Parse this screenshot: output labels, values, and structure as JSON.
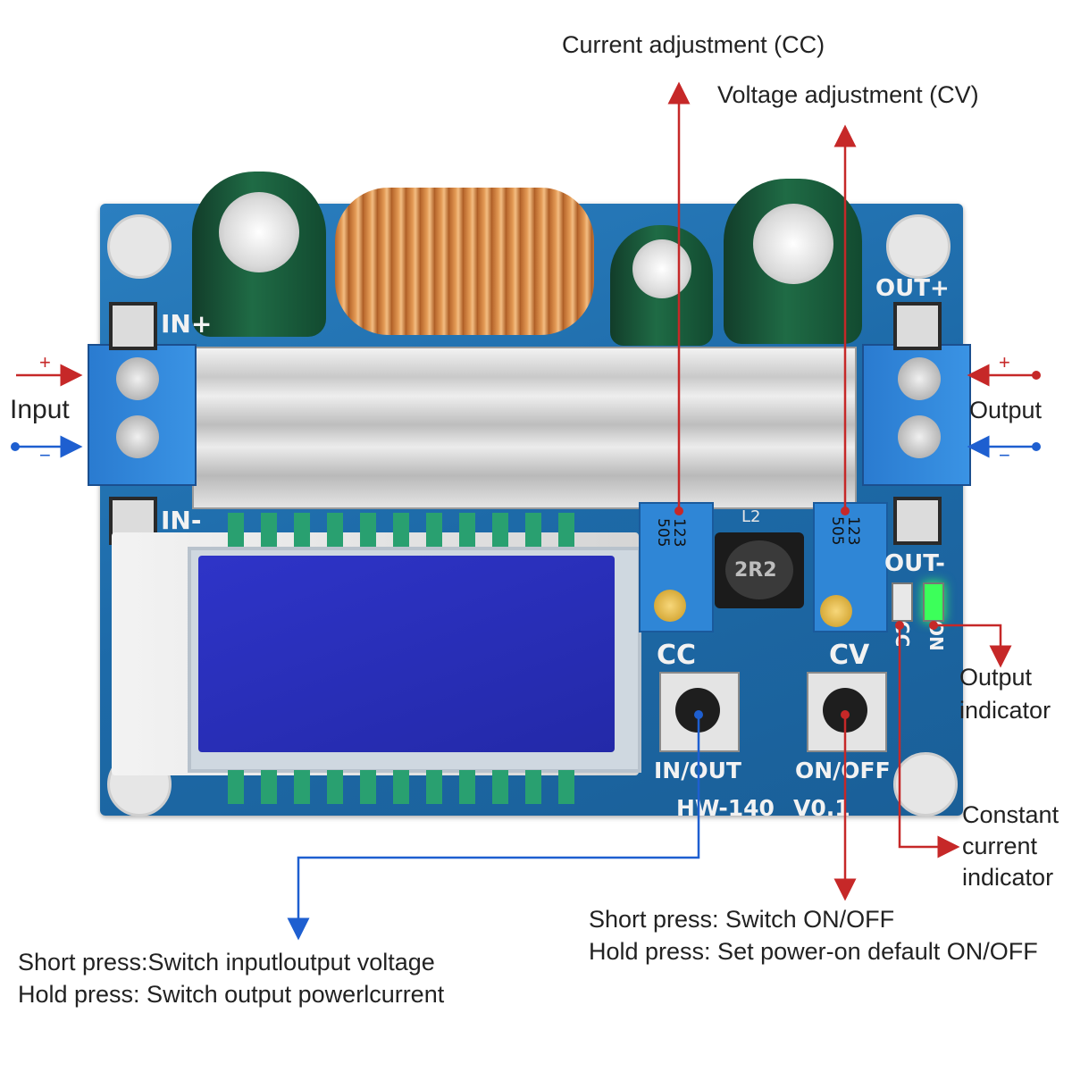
{
  "annotations": {
    "current_adjustment": "Current adjustment (CC)",
    "voltage_adjustment": "Voltage adjustment (CV)",
    "input": "Input",
    "output": "Output",
    "input_plus": "+",
    "input_minus": "−",
    "output_plus": "+",
    "output_minus": "−",
    "output_indicator_line1": "Output",
    "output_indicator_line2": "indicator",
    "constant_current_line1": "Constant",
    "constant_current_line2": "current",
    "constant_current_line3": "indicator",
    "on_off_short": "Short press: Switch ON/OFF",
    "on_off_hold": "Hold press: Set power-on default ON/OFF",
    "in_out_short": "Short press:Switch inputloutput voltage",
    "in_out_hold": "Hold press: Switch output powerlcurrent"
  },
  "board": {
    "in_plus": "IN+",
    "in_minus": "IN-",
    "out_plus": "OUT+",
    "out_minus": "OUT-",
    "cc": "CC",
    "cv": "CV",
    "in_out": "IN/OUT",
    "on_off": "ON/OFF",
    "model": "HW-140",
    "version": "V0.1",
    "inductor_l2": "L2",
    "inductor_value": "2R2",
    "pot_text_1": "123",
    "pot_text_2": "505",
    "led_cc": "CC",
    "led_on": "ON"
  },
  "colors": {
    "pcb": "#1f6fae",
    "arrow_red": "#c62828",
    "arrow_blue": "#1e5fd0",
    "lcd": "#2a2fc0",
    "terminal": "#2f86d6",
    "led_green": "#3cff5a"
  }
}
